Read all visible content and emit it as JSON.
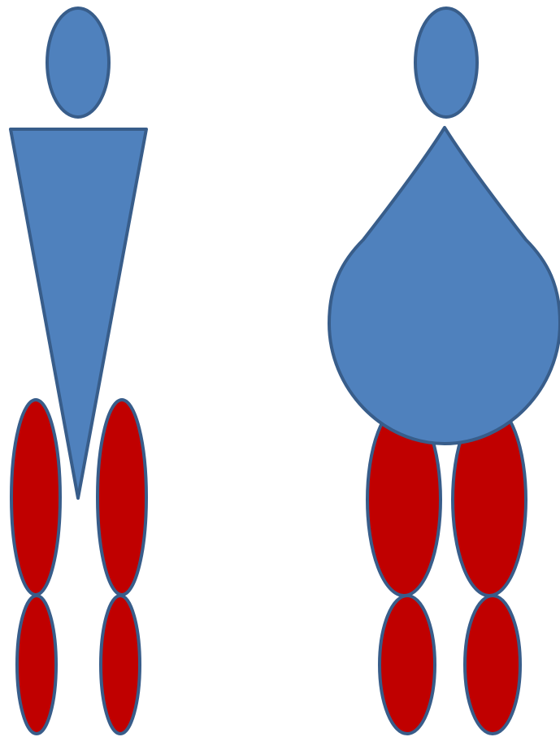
{
  "colors": {
    "body_fill": "#4F81BD",
    "leg_fill": "#C00000",
    "outline": "#385D8A",
    "background": "#FFFFFF"
  },
  "figures": [
    {
      "name": "figure-inverted-triangle",
      "torso_shape": "inverted-triangle",
      "parts": [
        "head",
        "torso",
        "left-thigh",
        "right-thigh",
        "left-shin",
        "right-shin"
      ]
    },
    {
      "name": "figure-teardrop",
      "torso_shape": "teardrop",
      "parts": [
        "head",
        "torso",
        "left-thigh",
        "right-thigh",
        "left-shin",
        "right-shin"
      ]
    }
  ]
}
